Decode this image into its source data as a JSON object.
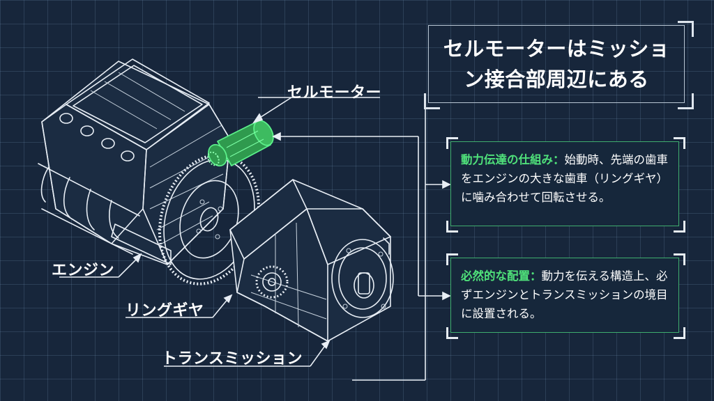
{
  "title": "セルモーターはミッション接合部周辺にある",
  "labels": {
    "starter_motor": "セルモーター",
    "engine": "エンジン",
    "ring_gear": "リングギヤ",
    "transmission": "トランスミッション"
  },
  "cards": [
    {
      "heading": "動力伝達の仕組み：",
      "text": "始動時、先端の歯車をエンジンの大きな歯車（リングギヤ）に噛み合わせて回転させる。"
    },
    {
      "heading": "必然的な配置：",
      "text": "動力を伝える構造上、必ずエンジンとトランスミッションの境目に設置される。"
    }
  ],
  "colors": {
    "background": "#17263b",
    "accent_green": "#4fe07a",
    "line_white": "#e8eef5"
  }
}
